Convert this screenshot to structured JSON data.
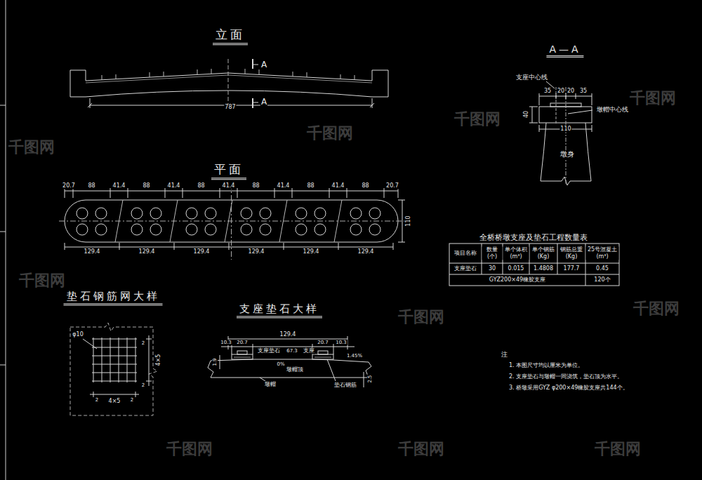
{
  "diagram": {
    "labels": [
      "立面",
      "A",
      "A",
      "787",
      "平面",
      "20.7",
      "88",
      "41.4",
      "88",
      "41.4",
      "88",
      "41.4",
      "88",
      "41.4",
      "88",
      "41.4",
      "88",
      "20.7",
      "110",
      "129.4",
      "129.4",
      "129.4",
      "129.4",
      "129.4",
      "129.4",
      "A—A",
      "支座中心线",
      "35",
      "20",
      "20",
      "35",
      "墩帽中心线",
      "40",
      "110",
      "墩身",
      "全桥桥墩支座及垫石工程数量表",
      "项目名称",
      "数量 (个)",
      "单个体积 (m³)",
      "单个钢筋 (Kg)",
      "钢筋总重 (Kg)",
      "25号混凝土 (m³)",
      "支座垫石",
      "30",
      "0.015",
      "1.4808",
      "177.7",
      "0.45",
      "GYZ200×49橡胶支座",
      "120个",
      "垫石钢筋网大样",
      "φ10",
      "2",
      "2",
      "4×5",
      "2",
      "4×5",
      "2",
      "支座垫石大样",
      "129.4",
      "10.3",
      "20.7",
      "20.7",
      "10.3",
      "支座垫石",
      "67.3",
      "支座",
      "1.9",
      "0%",
      "1.45%",
      "墩帽顶",
      "墩帽",
      "垫石钢筋",
      "2.5",
      "注",
      "1. 本图尺寸均以厘米为单位。",
      "2. 支座垫石与墩帽一同浇筑，垫石顶为水平。",
      "3. 桥墩采用GYZ φ200×49橡胶支座共144个。",
      "千图网",
      "千图网",
      "千图网",
      "千图网",
      "千图网",
      "千图网",
      "千图网",
      "千图网",
      "千图网",
      "千图网"
    ]
  }
}
